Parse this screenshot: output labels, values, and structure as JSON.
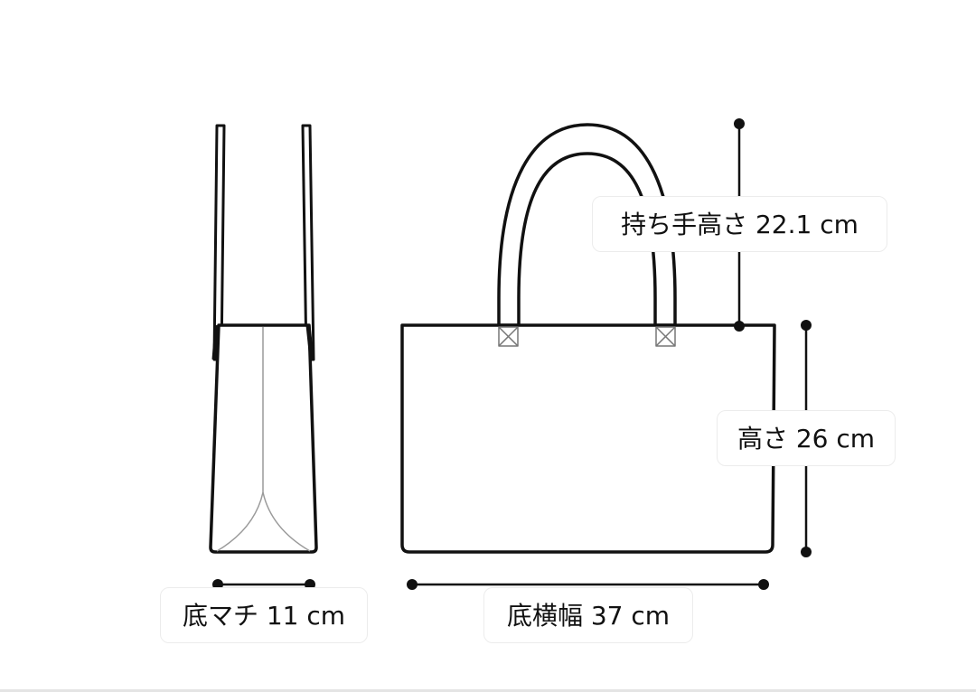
{
  "labels": {
    "handle_height": "持ち手高さ 22.1 cm",
    "height": "高さ 26 cm",
    "bottom_gusset": "底マチ 11 cm",
    "bottom_width": "底横幅 37 cm"
  },
  "colors": {
    "stroke": "#111111",
    "fold_line": "#9a9a9a",
    "label_border": "#ececec"
  }
}
